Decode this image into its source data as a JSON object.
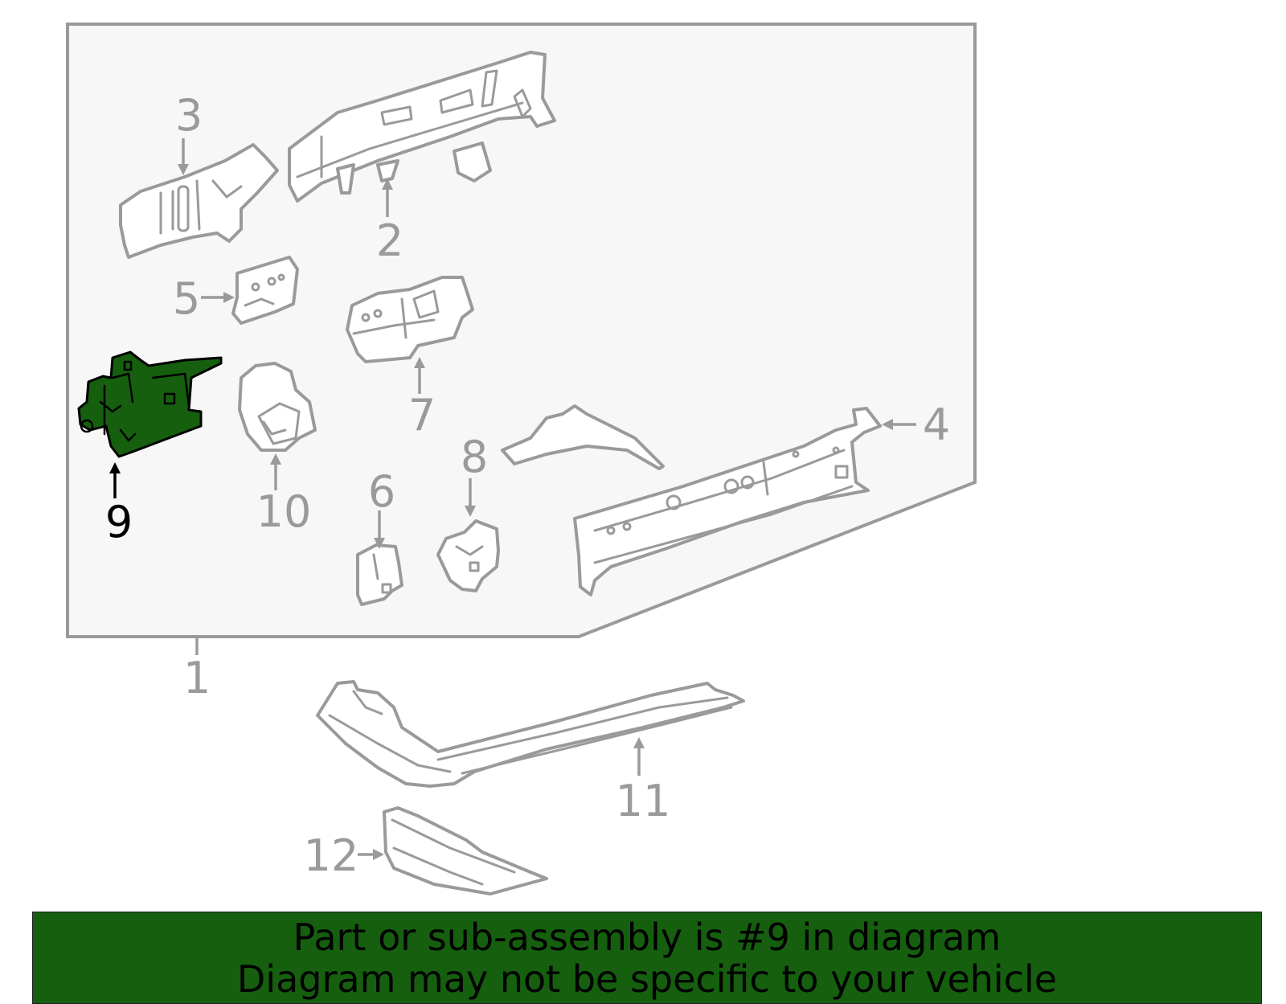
{
  "diagram": {
    "callouts": [
      "1",
      "2",
      "3",
      "4",
      "5",
      "6",
      "7",
      "8",
      "9",
      "10",
      "11",
      "12"
    ],
    "highlighted_part": "9"
  },
  "banner": {
    "line1": "Part or sub-assembly is #9 in diagram",
    "line2": "Diagram may not be specific to your vehicle"
  },
  "colors": {
    "highlight": "#155f0f",
    "outline": "#9a9a9a",
    "panel_background": "#f7f7f7",
    "banner_background": "#155f0f",
    "banner_text": "#000000"
  }
}
